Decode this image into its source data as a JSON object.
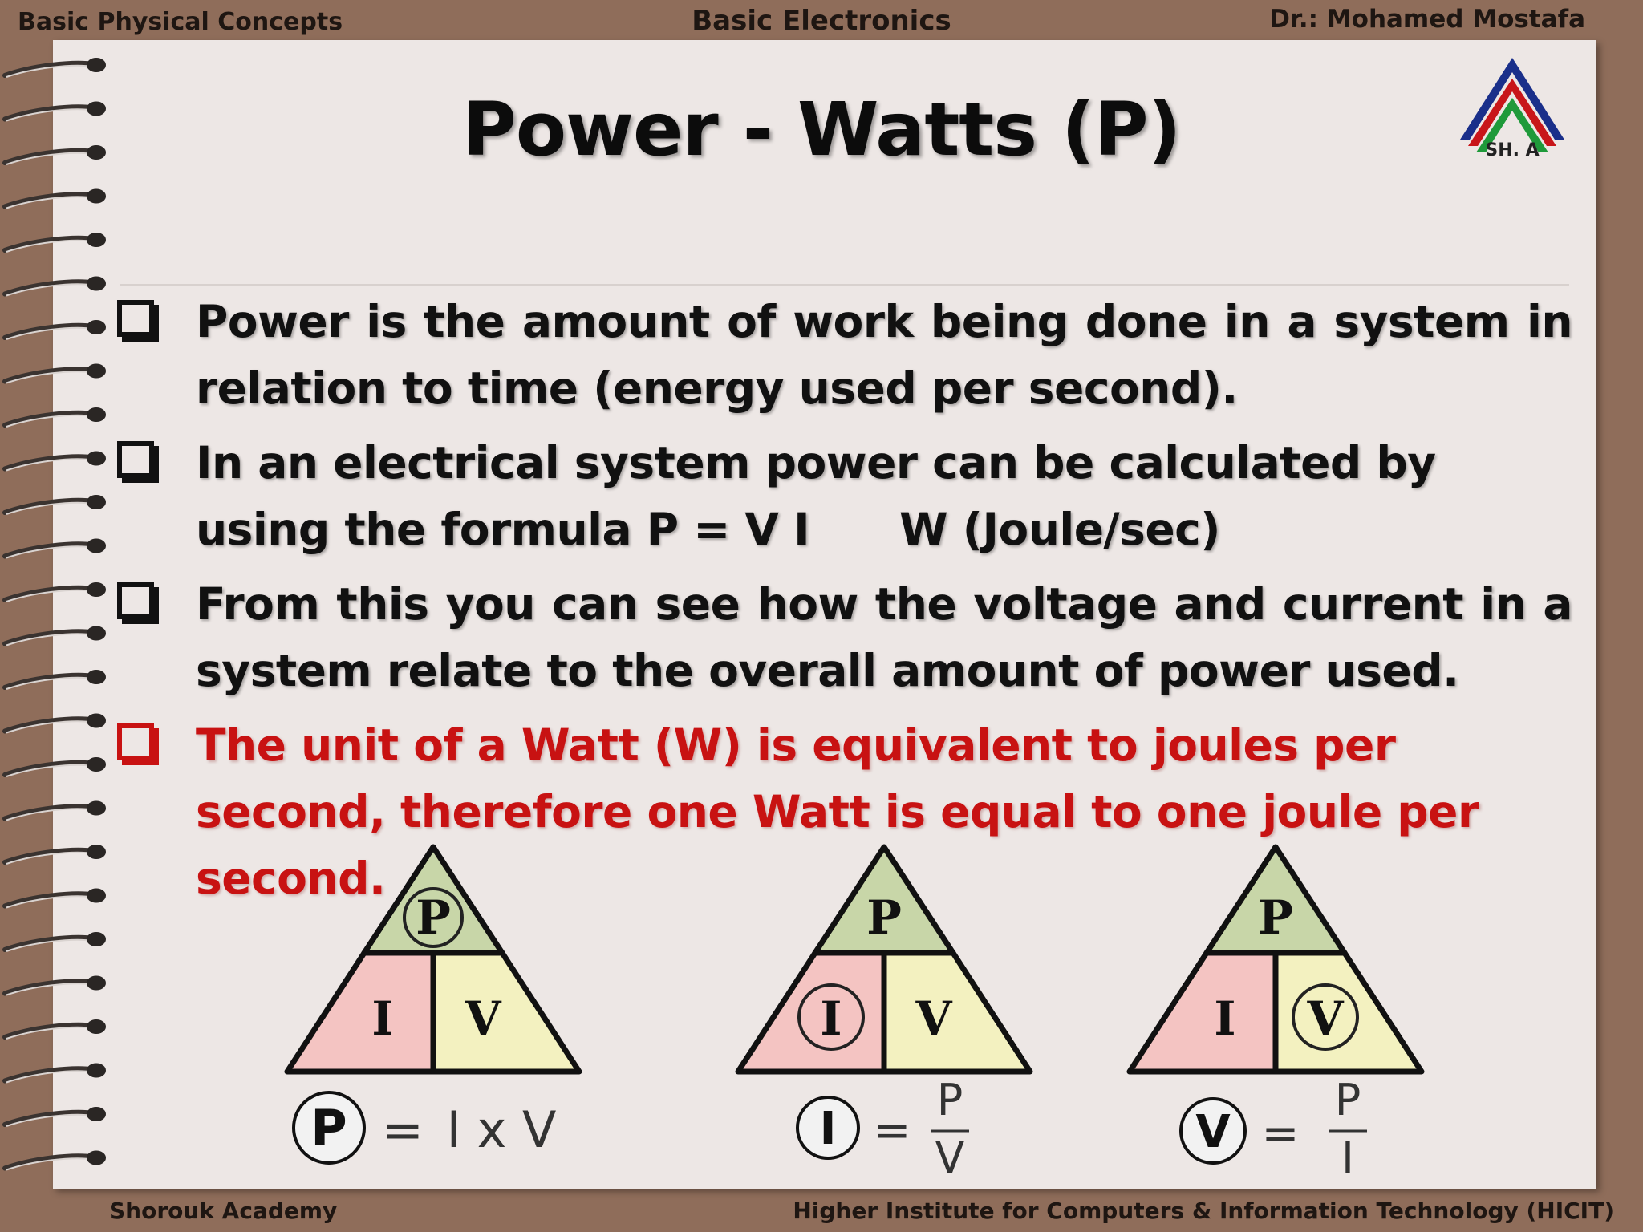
{
  "header": {
    "left": "Basic Physical Concepts",
    "center": "Basic Electronics",
    "right": "Dr.: Mohamed Mostafa"
  },
  "footer": {
    "left": "Shorouk Academy",
    "right": "Higher Institute for Computers & Information Technology (HICIT)"
  },
  "logo": {
    "text": "SH. A"
  },
  "slide": {
    "title": "Power - Watts (P)",
    "bullets": [
      {
        "text": "Power is the amount of work being done in a system in relation to time (energy used per second).",
        "color": "#111111"
      },
      {
        "text": "In an electrical system power can be calculated by using the formula P = V I      W (Joule/sec)",
        "color": "#111111"
      },
      {
        "text": "From this you can see how the voltage and current in a system relate to the overall amount of power used.",
        "color": "#111111"
      },
      {
        "text": "The unit of a Watt (W) is equivalent to joules per second, therefore one Watt is equal to one joule per second.",
        "color": "#c81212"
      }
    ]
  },
  "triangles": [
    {
      "top": "P",
      "left": "I",
      "right": "V",
      "circled": "P",
      "formula_lhs": "P",
      "formula_eq": "=",
      "formula_rhs": "I x V"
    },
    {
      "top": "P",
      "left": "I",
      "right": "V",
      "circled": "I",
      "formula_lhs": "I",
      "formula_eq": "=",
      "formula_num": "P",
      "formula_den": "V"
    },
    {
      "top": "P",
      "left": "I",
      "right": "V",
      "circled": "V",
      "formula_lhs": "V",
      "formula_eq": "=",
      "formula_num": "P",
      "formula_den": "I"
    }
  ],
  "colors": {
    "top_cell": "#c8d6a8",
    "left_cell": "#f4c4c2",
    "right_cell": "#f3f1c0",
    "bullet_text": "#111111",
    "highlight_text": "#c81212"
  }
}
